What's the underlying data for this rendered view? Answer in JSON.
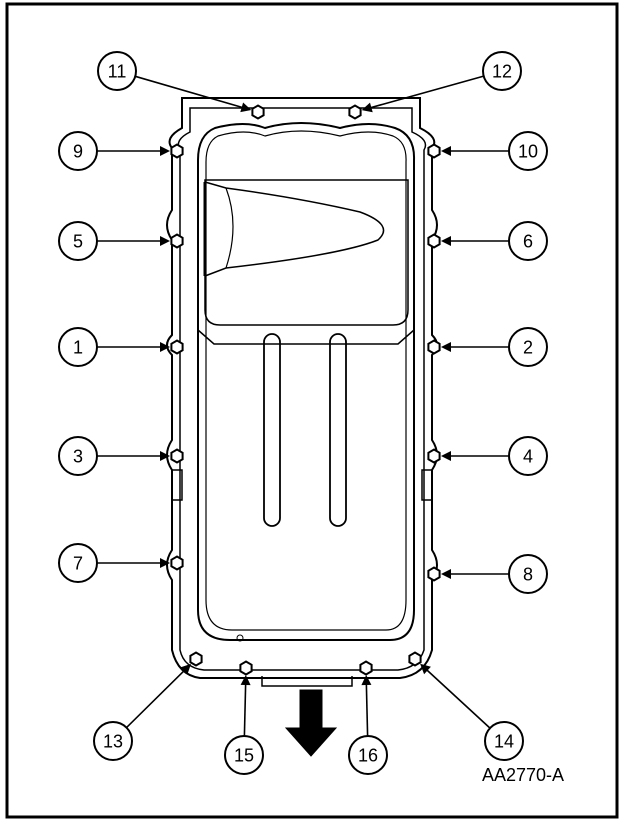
{
  "figure": {
    "id_label": "AA2770-A"
  },
  "callouts": [
    {
      "id": "1",
      "label": "1"
    },
    {
      "id": "2",
      "label": "2"
    },
    {
      "id": "3",
      "label": "3"
    },
    {
      "id": "4",
      "label": "4"
    },
    {
      "id": "5",
      "label": "5"
    },
    {
      "id": "6",
      "label": "6"
    },
    {
      "id": "7",
      "label": "7"
    },
    {
      "id": "8",
      "label": "8"
    },
    {
      "id": "9",
      "label": "9"
    },
    {
      "id": "10",
      "label": "10"
    },
    {
      "id": "11",
      "label": "11"
    },
    {
      "id": "12",
      "label": "12"
    },
    {
      "id": "13",
      "label": "13"
    },
    {
      "id": "14",
      "label": "14"
    },
    {
      "id": "15",
      "label": "15"
    },
    {
      "id": "16",
      "label": "16"
    }
  ],
  "colors": {
    "ink": "#000000",
    "paper": "#ffffff"
  }
}
